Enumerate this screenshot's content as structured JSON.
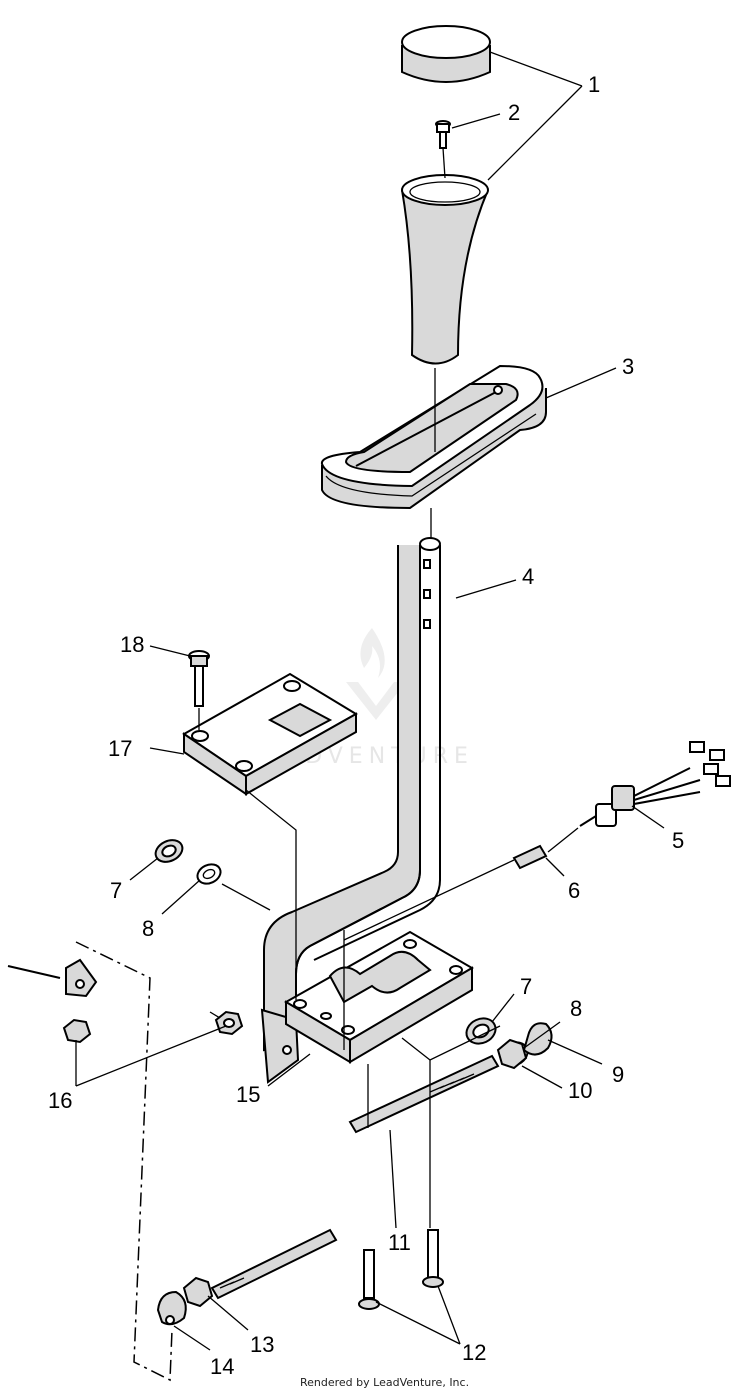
{
  "diagram": {
    "callouts": [
      {
        "id": "c1",
        "text": "1"
      },
      {
        "id": "c2",
        "text": "2"
      },
      {
        "id": "c3",
        "text": "3"
      },
      {
        "id": "c4",
        "text": "4"
      },
      {
        "id": "c5",
        "text": "5"
      },
      {
        "id": "c6",
        "text": "6"
      },
      {
        "id": "c7a",
        "text": "7"
      },
      {
        "id": "c8a",
        "text": "8"
      },
      {
        "id": "c7b",
        "text": "7"
      },
      {
        "id": "c8b",
        "text": "8"
      },
      {
        "id": "c9",
        "text": "9"
      },
      {
        "id": "c10",
        "text": "10"
      },
      {
        "id": "c11",
        "text": "11"
      },
      {
        "id": "c12",
        "text": "12"
      },
      {
        "id": "c13",
        "text": "13"
      },
      {
        "id": "c14",
        "text": "14"
      },
      {
        "id": "c15",
        "text": "15"
      },
      {
        "id": "c16",
        "text": "16"
      },
      {
        "id": "c17",
        "text": "17"
      },
      {
        "id": "c18",
        "text": "18"
      }
    ],
    "watermark": "LEADVENTURE",
    "footer": "Rendered by LeadVenture, Inc."
  }
}
